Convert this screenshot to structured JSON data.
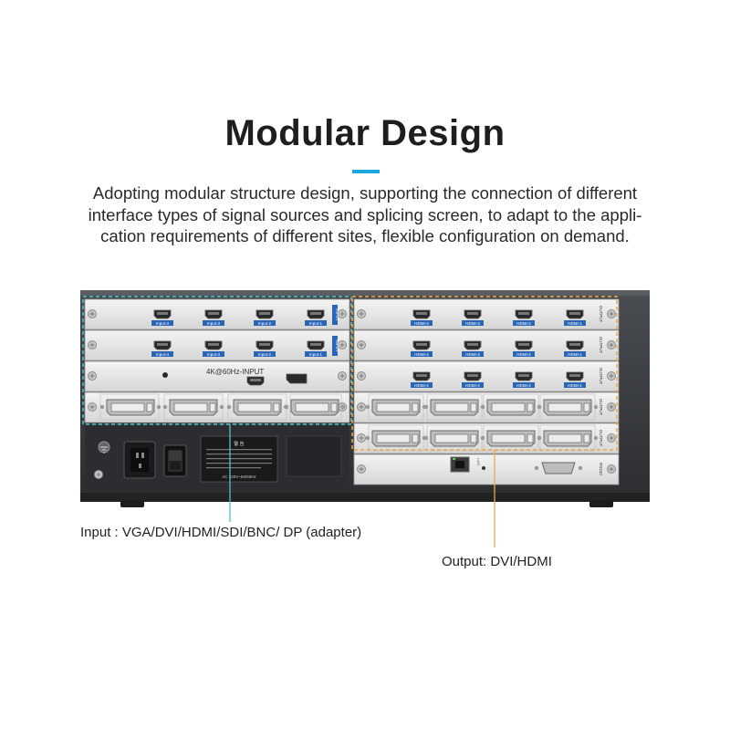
{
  "title": "Modular Design",
  "description": {
    "line1": "Adopting modular structure design, supporting the connection of different",
    "line2": "interface types of signal sources and splicing screen, to adapt to the appli-",
    "line3": "cation requirements of different sites, flexible configuration on demand."
  },
  "colors": {
    "accent": "#1aa8de",
    "input_outline": "#4fc4c9",
    "output_outline": "#f0a848"
  },
  "device": {
    "input_cards": [
      {
        "tag": "INPUT",
        "ports": [
          "Input-4",
          "Input-3",
          "Input-2",
          "Input-1"
        ]
      },
      {
        "tag": "INPUT",
        "ports": [
          "Input-4",
          "Input-3",
          "Input-2",
          "Input-1"
        ]
      }
    ],
    "four_k_label": "4K@60Hz-INPUT",
    "output_cards": [
      {
        "tag": "OUTPUT",
        "ports": [
          "HDMI-4",
          "HDMI-3",
          "HDMI-2",
          "HDMI-1"
        ]
      },
      {
        "tag": "OUTPUT",
        "ports": [
          "HDMI-4",
          "HDMI-3",
          "HDMI-2",
          "HDMI-1"
        ]
      },
      {
        "tag": "OUTPUT",
        "ports": [
          "HDMI-4",
          "HDMI-3",
          "HDMI-2",
          "HDMI-1"
        ]
      }
    ],
    "dvi_output_tag": "OUTPUT",
    "lan_label": "LAN",
    "rs232_label": "RS232",
    "warning_title": "警 告",
    "warning_voltage": "AC 220V~50/60Hz"
  },
  "captions": {
    "input": "Input : VGA/DVI/HDMI/SDI/BNC/ DP (adapter)",
    "output": "Output: DVI/HDMI"
  }
}
